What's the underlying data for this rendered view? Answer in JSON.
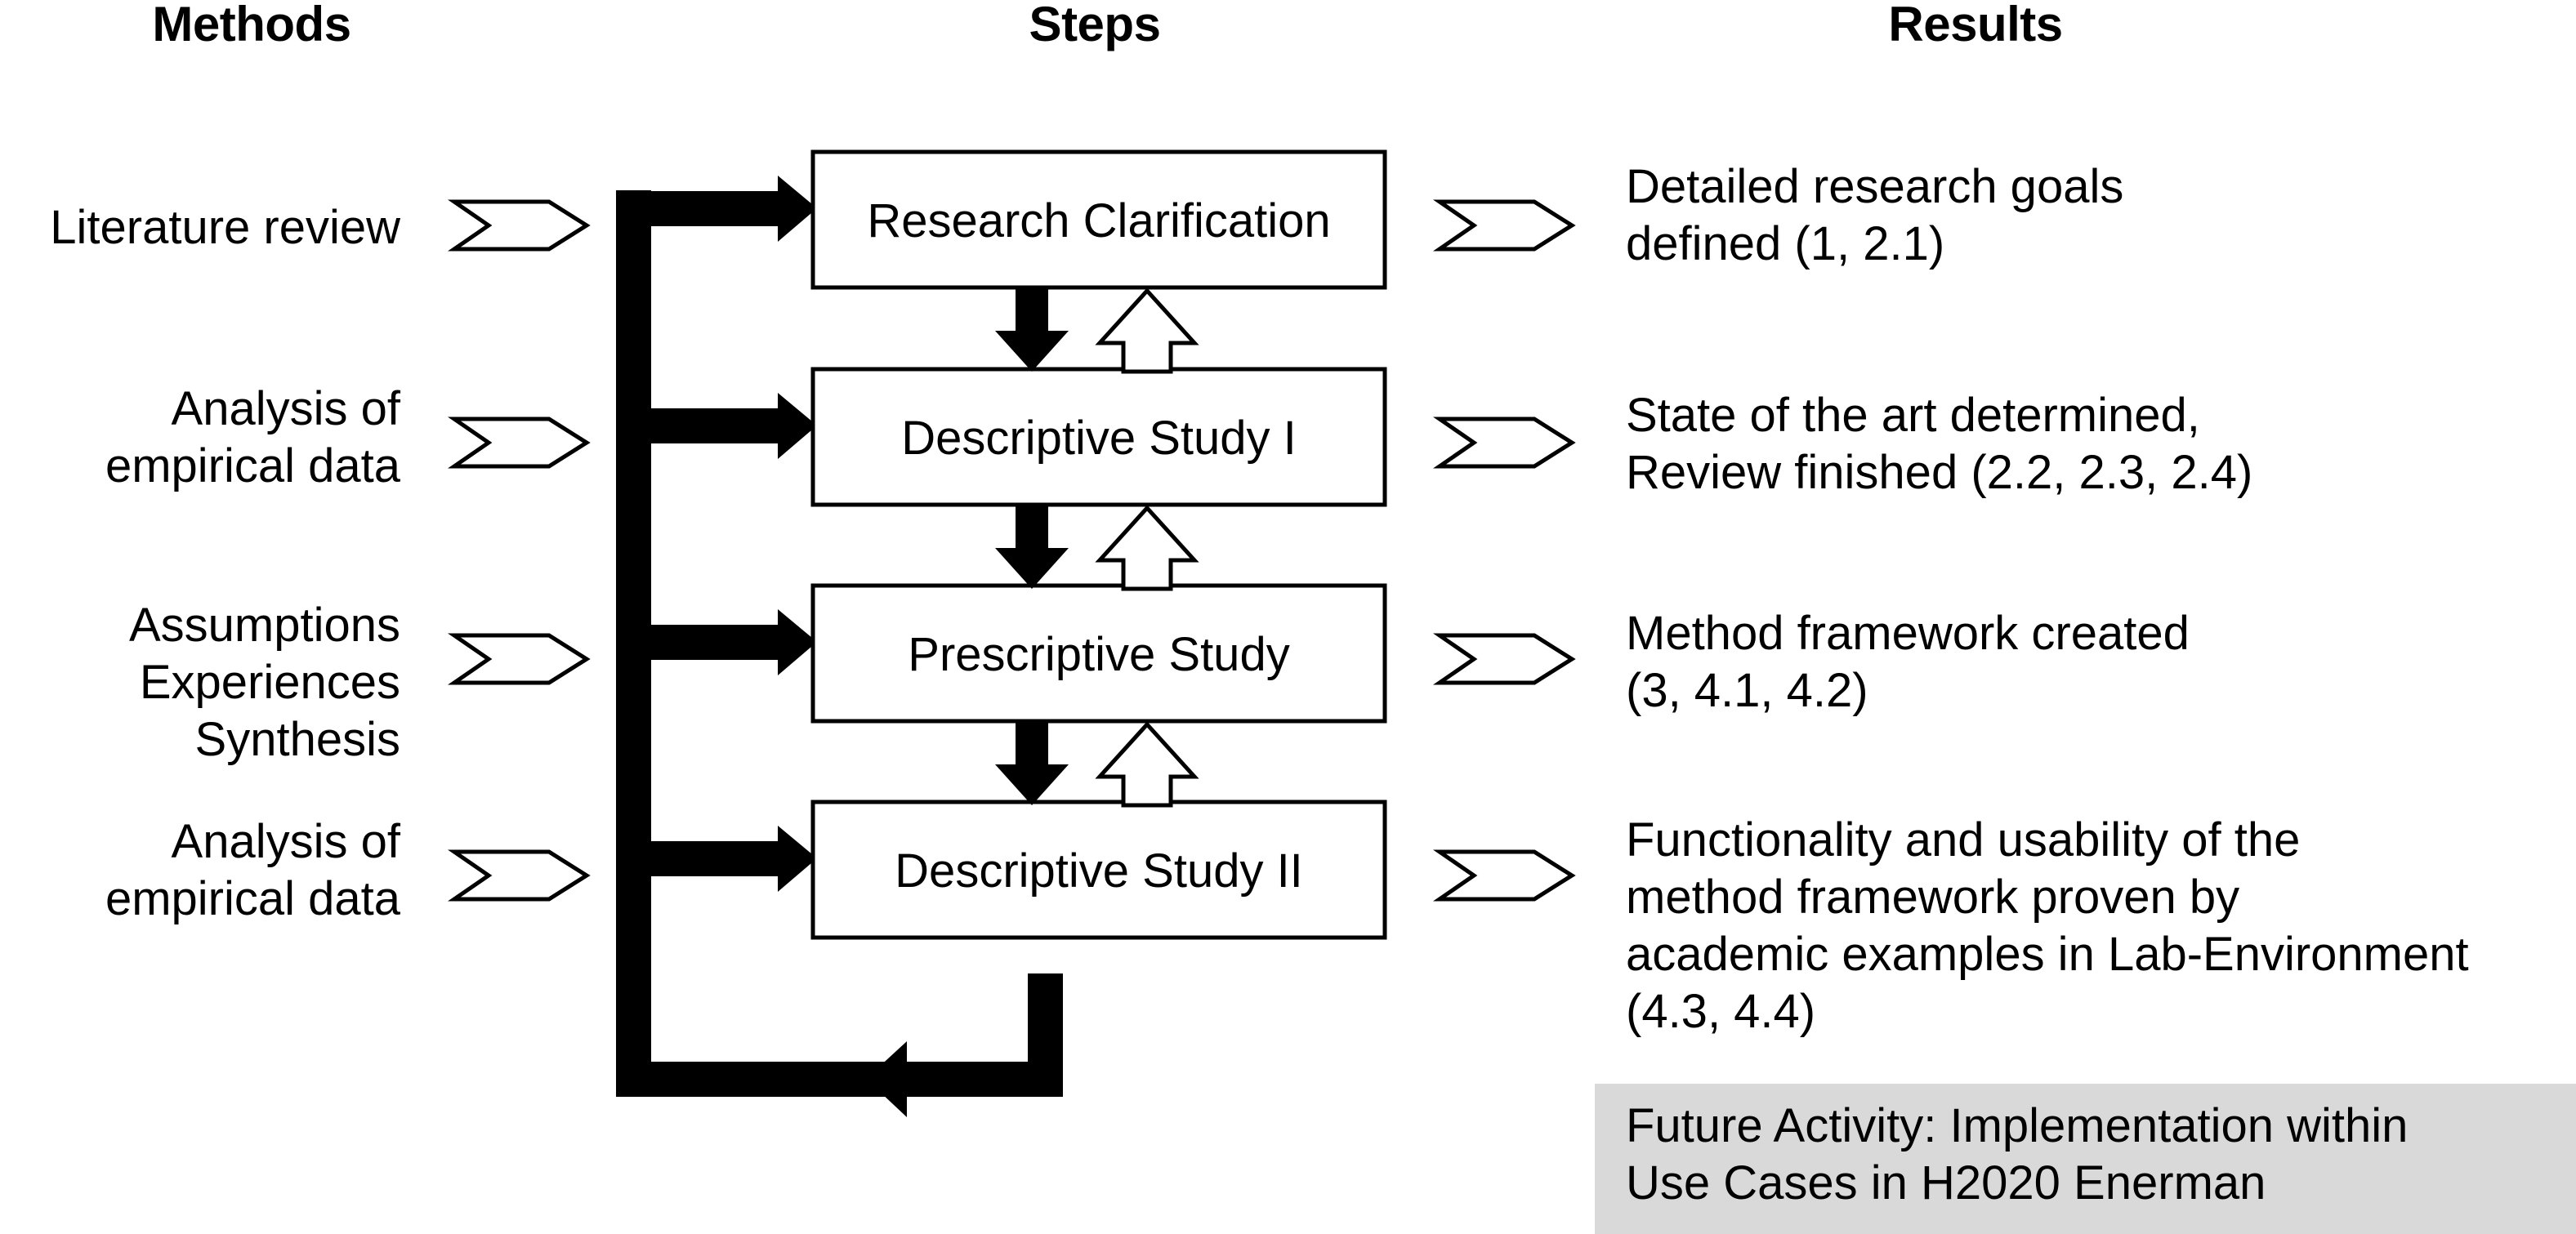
{
  "headers": {
    "methods": "Methods",
    "steps": "Steps",
    "results": "Results"
  },
  "colors": {
    "line": "#000000",
    "box_fill": "#ffffff",
    "highlight_bg": "#d9d9d9",
    "text": "#000000",
    "page_bg": "#ffffff"
  },
  "rows": [
    {
      "method_lines": [
        "Literature review"
      ],
      "step": "Research Clarification",
      "result_lines": [
        "Detailed research goals",
        "defined (1, 2.1)"
      ]
    },
    {
      "method_lines": [
        "Analysis of",
        "empirical data"
      ],
      "step": "Descriptive Study I",
      "result_lines": [
        "State of the art determined,",
        "Review finished (2.2, 2.3, 2.4)"
      ]
    },
    {
      "method_lines": [
        "Assumptions",
        "Experiences",
        "Synthesis"
      ],
      "step": "Prescriptive Study",
      "result_lines": [
        "Method framework created",
        "(3, 4.1, 4.2)"
      ]
    },
    {
      "method_lines": [
        "Analysis of",
        "empirical data"
      ],
      "step": "Descriptive Study II",
      "result_lines": [
        "Functionality and usability of the",
        "method framework proven by",
        "academic examples in Lab-Environment",
        "(4.3, 4.4)"
      ]
    }
  ],
  "future_activity": {
    "lines": [
      "Future Activity: Implementation within",
      "Use Cases in H2020 Enerman"
    ]
  },
  "icons": {
    "method_chevron": "chevron-right-icon",
    "result_chevron": "chevron-right-icon",
    "feed_arrow": "arrow-right-solid-icon",
    "forward_arrow": "arrow-down-solid-icon",
    "feedback_arrow": "arrow-up-hollow-icon",
    "loop_arrow": "arrow-left-solid-icon"
  }
}
